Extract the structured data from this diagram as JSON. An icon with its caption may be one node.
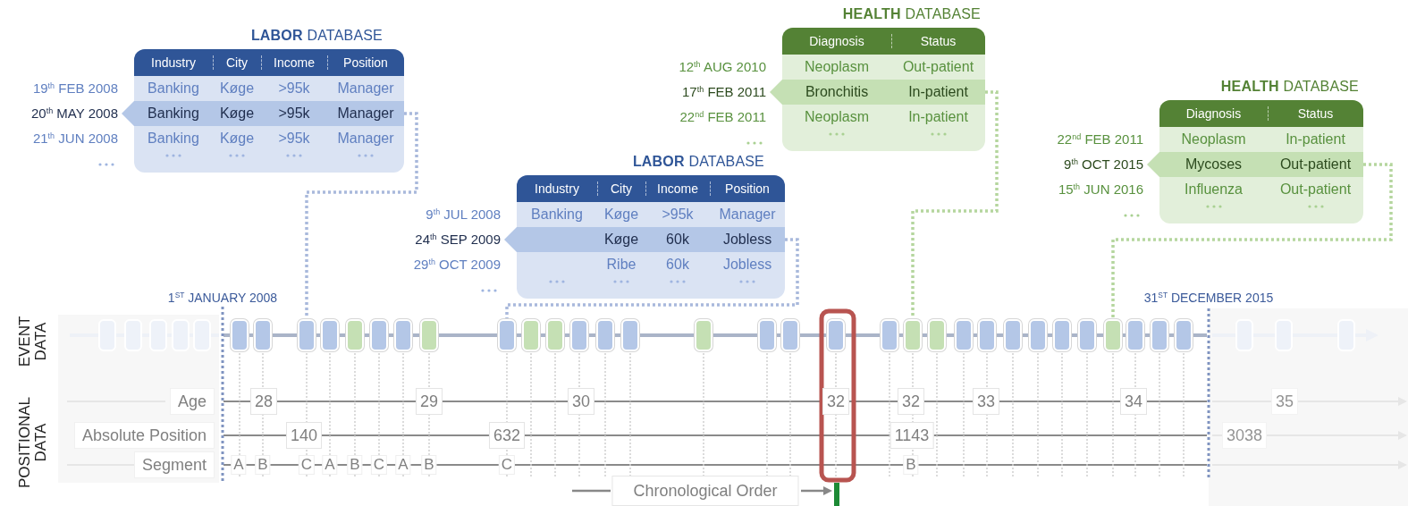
{
  "diagram": {
    "nodes": [
      {
        "text": [
          "**LABOR** DATABASE",
          "Industry",
          "City",
          "Income",
          "Position"
        ]
      },
      {
        "text": [
          "Banking",
          "Køge",
          ">95k",
          "Manager"
        ],
        "in": 0
      },
      {
        "text": [
          "Banking",
          "Køge",
          ">95k",
          "Manager"
        ],
        "in": 0,
        "beside": [
          "20$^{th}$ MAY 2008"
        ]
      },
      {
        "text": [
          "Banking",
          "Køge",
          ">95k",
          "Manager"
        ],
        "in": 0
      },
      {
        "text": [
          "**HEALTH** DATABASE",
          "Diagnosis",
          "Status"
        ]
      },
      {
        "text": [
          "Neoplasm",
          "Out-patient"
        ],
        "in": 4
      },
      {
        "text": [
          "Bronchitis",
          "In-patient"
        ],
        "in": 4,
        "beside": [
          "17$^{th}$ FEB 2011"
        ]
      },
      {
        "text": [
          "Neoplasm",
          "In-patient"
        ],
        "in": 4
      },
      {
        "text": [
          "**LABOR** DATABASE",
          "Industry",
          "City",
          "Income",
          "Position"
        ]
      },
      {
        "text": [
          "Banking",
          "Køge",
          ">95k",
          "Manager"
        ],
        "in": 8
      },
      {
        "text": [
          "Køge",
          "60k",
          "Jobless"
        ],
        "in": 8,
        "beside": [
          "24$^{th}$ SEP 2009"
        ]
      },
      {
        "text": [
          "Ribe",
          "60k",
          "Jobless"
        ],
        "in": 8
      },
      {
        "text": [
          "**HEALTH** DATABASE",
          "Diagnosis",
          "Status"
        ]
      },
      {
        "text": [
          "Neoplasm",
          "In-patient"
        ],
        "in": 12
      },
      {
        "text": [
          "Mycoses",
          "Out-patient"
        ],
        "in": 12,
        "beside": [
          "9$^{th}$ OCT 2015"
        ]
      },
      {
        "text": [
          "Influenza",
          "Out-patient"
        ],
        "in": 12
      },
      {
        "text": [],
        "shape": "box"
      },
      {
        "text": [],
        "shape": "box"
      },
      {
        "text": [],
        "shape": "box"
      },
      {
        "text": [],
        "shape": "box"
      },
      {
        "text": [],
        "shape": "box"
      },
      {
        "text": [],
        "shape": "box"
      },
      {
        "text": [],
        "shape": "box"
      },
      {
        "text": [],
        "shape": "box"
      },
      {
        "text": [],
        "shape": "box"
      },
      {
        "text": [],
        "shape": "box"
      },
      {
        "text": [],
        "shape": "box"
      },
      {
        "text": [],
        "shape": "box"
      },
      {
        "text": [],
        "shape": "box"
      },
      {
        "text": [],
        "shape": "box"
      },
      {
        "text": [],
        "shape": "box"
      },
      {
        "text": [],
        "shape": "box"
      },
      {
        "text": [],
        "shape": "box"
      },
      {
        "text": [],
        "shape": "box"
      },
      {
        "text": [],
        "shape": "box"
      },
      {
        "text": [],
        "shape": "box"
      },
      {
        "text": [],
        "shape": "box"
      },
      {
        "text": [],
        "shape": "box"
      },
      {
        "text": [],
        "shape": "box"
      },
      {
        "text": [],
        "shape": "box"
      },
      {
        "text": [],
        "shape": "box"
      },
      {
        "text": [],
        "shape": "box"
      },
      {
        "text": [],
        "shape": "box"
      },
      {
        "text": [],
        "shape": "box"
      },
      {
        "text": [],
        "shape": "box"
      },
      {
        "text": [],
        "shape": "box"
      },
      {
        "text": [],
        "shape": "box"
      },
      {
        "text": [],
        "shape": "box"
      },
      {
        "text": [],
        "shape": "box"
      },
      {
        "text": [],
        "shape": "box"
      },
      {
        "text": [],
        "shape": "box"
      },
      {
        "text": [],
        "shape": "box"
      },
      {
        "text": [],
        "shape": "box"
      },
      {
        "text": [],
        "shape": "box"
      },
      {
        "text": [],
        "shape": "box"
      }
    ],
    "edges": [
      {
        "from": 2,
        "to": 23,
        "arrow": "none",
        "style": "dashed",
        "color": "#a9b9dc"
      },
      {
        "from": 6,
        "to": 40,
        "arrow": "none",
        "style": "dashed",
        "color": "#b5d69e"
      },
      {
        "from": 10,
        "to": 29,
        "arrow": "none",
        "style": "dashed",
        "color": "#a9b9dc"
      },
      {
        "from": 14,
        "to": 48,
        "arrow": "none",
        "style": "dashed",
        "color": "#b5d69e"
      }
    ],
    "labels": [
      "19$^{th}$ FEB 2008",
      "21$^{th}$ JUN 2008",
      "12$^{th}$ AUG 2010",
      "22$^{nd}$ FEB 2011",
      "9$^{th}$ JUL 2008",
      "29$^{th}$ OCT 2009",
      "22$^{nd}$ FEB 2011",
      "15$^{th}$ JUN 2016",
      "1$^{ST}$ JANUARY 2008",
      "31$^{ST}$ DECEMBER 2015",
      "EVENT DATA",
      "POSITIONAL DATA",
      "Age",
      "28",
      "29",
      "30",
      "32",
      "32",
      "33",
      "34",
      "35",
      "Absolute Position",
      "140",
      "632",
      "1143",
      "3038",
      "Segment",
      "A",
      "B",
      "C",
      "A",
      "B",
      "C",
      "A",
      "B",
      "C",
      "B",
      "Chronological Order"
    ]
  }
}
